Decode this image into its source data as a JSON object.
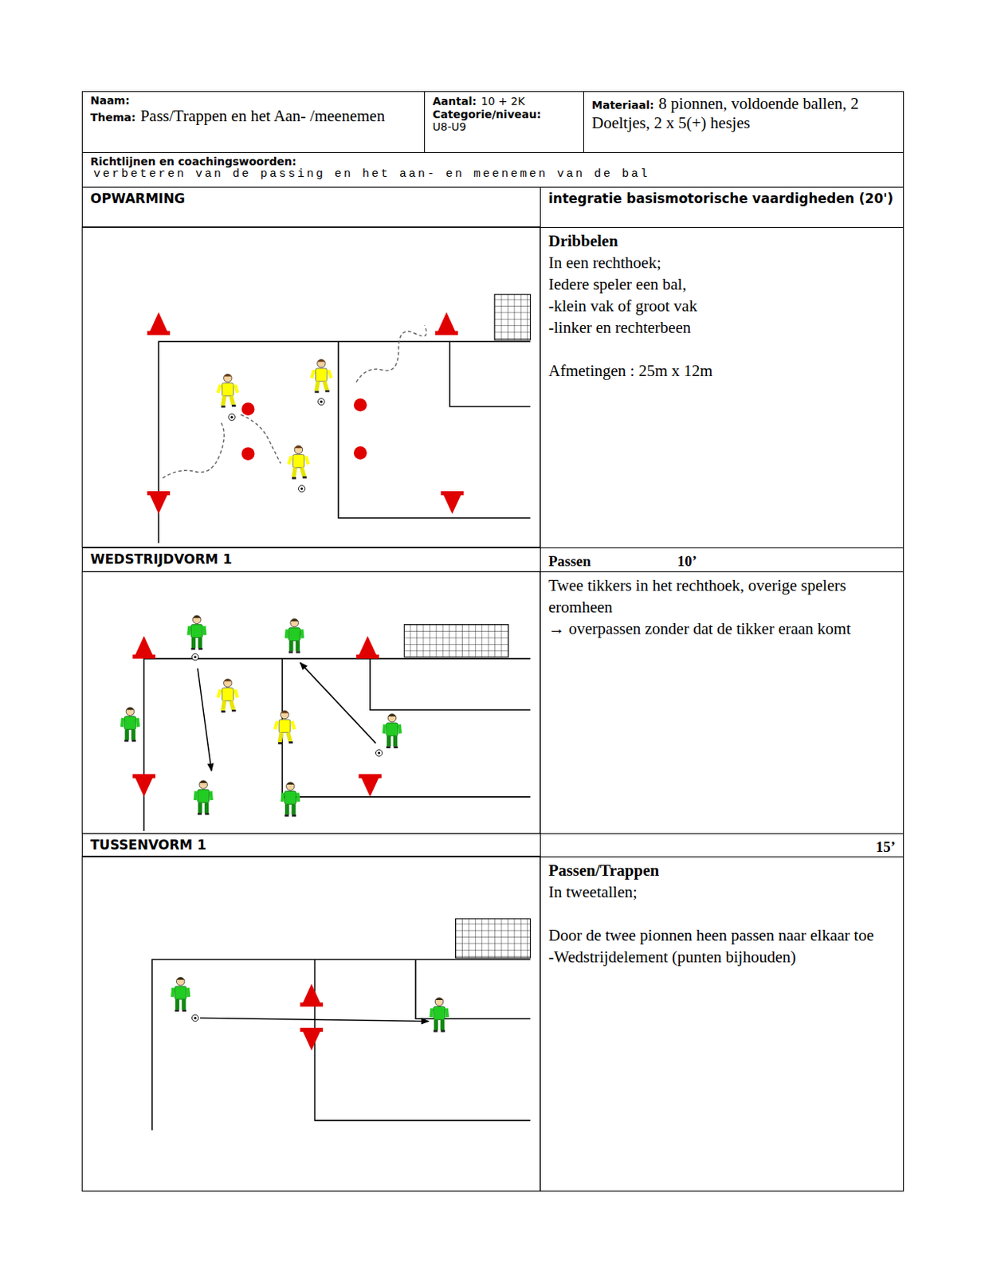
{
  "diagram": {
    "nodes": [
      {
        "text": [
          "Naam:",
          "Thema:",
          "Pass/Trappen en het Aan- /meenemen"
        ]
      },
      {
        "text": [
          "Aantal:",
          "10 + 2K",
          "Categorie/niveau:",
          "U8-U9"
        ]
      },
      {
        "text": [
          "Materiaal:",
          "8 pionnen, voldoende ballen, 2 Doeltjes, 2 x 5(+) hesjes"
        ]
      },
      {
        "text": [
          "Richtlijnen en coachingswoorden:",
          "verbeteren van de passing en het aan- en meenemen van de bal"
        ]
      },
      {
        "text": [
          "OPWARMING"
        ]
      },
      {
        "text": [
          "integratie basismotorische vaardigheden (20')"
        ]
      },
      {
        "text": [
          "Dribbelen",
          "In een rechthoek;",
          "Iedere speler een bal,",
          "-klein vak of groot vak",
          "-linker en rechterbeen",
          "Afmetingen : 25m x 12m"
        ]
      },
      {
        "text": [
          "WEDSTRIJDVORM 1"
        ]
      },
      {
        "text": [
          "Passen",
          "10’"
        ]
      },
      {
        "text": [
          "Twee tikkers in het rechthoek, overige spelers eromheen",
          "→ overpassen zonder dat de tikker eraan komt"
        ]
      },
      {
        "text": [
          "TUSSENVORM 1"
        ]
      },
      {
        "text": [
          "15’"
        ]
      },
      {
        "text": [
          "Passen/Trappen",
          "In tweetallen;",
          "Door de twee pionnen heen passen naar elkaar toe",
          "-Wedstrijdelement (punten bijhouden)"
        ]
      }
    ]
  }
}
